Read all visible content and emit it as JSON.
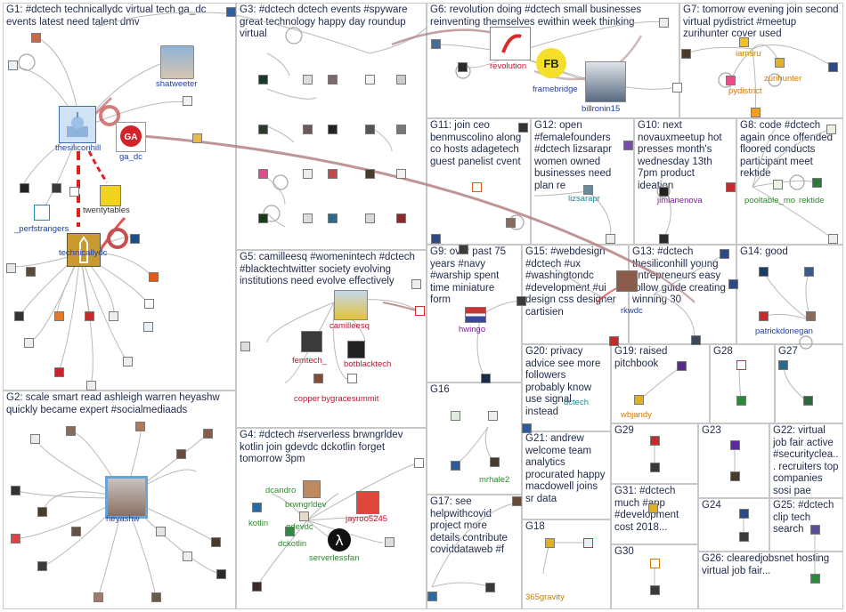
{
  "groups": [
    {
      "id": "G1",
      "text": "G1: #dctech technicallydc virtual tech ga_dc events latest need talent dmv"
    },
    {
      "id": "G2",
      "text": "G2: scale smart read ashleigh warren heyashw quickly became expert #socialmediaads"
    },
    {
      "id": "G3",
      "text": "G3: #dctech dctech events #spyware great technology happy day roundup virtual"
    },
    {
      "id": "G4",
      "text": "G4: #dctech #serverless brwngrldev kotlin join gdevdc dckotlin forget tomorrow 3pm"
    },
    {
      "id": "G5",
      "text": "G5: camilleesq #womenintech #dctech #blacktechtwitter society evolving institutions need evolve effectively"
    },
    {
      "id": "G6",
      "text": "G6: revolution doing #dctech small businesses reinventing themselves ewithin week thinking"
    },
    {
      "id": "G7",
      "text": "G7: tomorrow evening join second virtual pydistrict #meetup zurihunter cover used"
    },
    {
      "id": "G8",
      "text": "G8: code #dctech again once offended floored conducts participant meet rektide"
    },
    {
      "id": "G9",
      "text": "G9: over past 75 years #navy #warship spent time miniature form"
    },
    {
      "id": "G10",
      "text": "G10: next novauxmeetup hot presses month's wednesday 13th 7pm product ideation"
    },
    {
      "id": "G11",
      "text": "G11: join ceo benmuscolino along co hosts adagetech guest panelist cvent"
    },
    {
      "id": "G12",
      "text": "G12: open #femalefounders #dctech lizsarapr women owned businesses need plan re"
    },
    {
      "id": "G13",
      "text": "G13: #dctech thesiliconhill young entrepreneurs easy follow guide creating winning 30"
    },
    {
      "id": "G14",
      "text": "G14: good"
    },
    {
      "id": "G15",
      "text": "G15: #webdesign #dctech #ux #washingtondc #development #ui design css designer cartisien"
    },
    {
      "id": "G16",
      "text": "G16"
    },
    {
      "id": "G17",
      "text": "G17: see helpwithcovid project more details contribute coviddataweb #f"
    },
    {
      "id": "G18",
      "text": "G18"
    },
    {
      "id": "G19",
      "text": "G19: raised pitchbook"
    },
    {
      "id": "G20",
      "text": "G20: privacy advice see more followers probably know use signal instead"
    },
    {
      "id": "G21",
      "text": "G21: andrew welcome team analytics procurated happy macdowell joins sr data"
    },
    {
      "id": "G22",
      "text": "G22: virtual job fair active #securityclea... recruiters top companies sosi pae"
    },
    {
      "id": "G23",
      "text": "G23"
    },
    {
      "id": "G24",
      "text": "G24"
    },
    {
      "id": "G25",
      "text": "G25: #dctech clip tech search"
    },
    {
      "id": "G26",
      "text": "G26: clearedjobsnet hosting virtual job fair..."
    },
    {
      "id": "G27",
      "text": "G27"
    },
    {
      "id": "G28",
      "text": "G28"
    },
    {
      "id": "G29",
      "text": "G29"
    },
    {
      "id": "G30",
      "text": "G30"
    },
    {
      "id": "G31",
      "text": "G31: #dctech much #app #development cost 2018..."
    }
  ],
  "labels": [
    {
      "text": "shatweeter"
    },
    {
      "text": "thesiliconhill"
    },
    {
      "text": "ga_dc"
    },
    {
      "text": "twentytables"
    },
    {
      "text": "_perfstrangers"
    },
    {
      "text": "technicallydc"
    },
    {
      "text": "heyashw"
    },
    {
      "text": "revolution"
    },
    {
      "text": "framebridge"
    },
    {
      "text": "billronin15"
    },
    {
      "text": "iamsru"
    },
    {
      "text": "pydistrict"
    },
    {
      "text": "zurihunter"
    },
    {
      "text": "lizsarapr"
    },
    {
      "text": "jimlanenova"
    },
    {
      "text": "pooltable_mo"
    },
    {
      "text": "rektide"
    },
    {
      "text": "camilleesq"
    },
    {
      "text": "femtech_"
    },
    {
      "text": "botblacktech"
    },
    {
      "text": "copper"
    },
    {
      "text": "bygracesummit"
    },
    {
      "text": "hwingo"
    },
    {
      "text": "rkwdc"
    },
    {
      "text": "patrickdonegan"
    },
    {
      "text": "dctech"
    },
    {
      "text": "wbjandy"
    },
    {
      "text": "mrhale2"
    },
    {
      "text": "dcandro"
    },
    {
      "text": "brwngrldev"
    },
    {
      "text": "gdevdc"
    },
    {
      "text": "kotlin"
    },
    {
      "text": "dckotlin"
    },
    {
      "text": "jayroo5245"
    },
    {
      "text": "serverlessfan"
    },
    {
      "text": "365gravity"
    }
  ],
  "icons": [
    "fb-logo-icon",
    "ga-logo-icon",
    "revolution-logo-icon",
    "lambda-icon"
  ]
}
